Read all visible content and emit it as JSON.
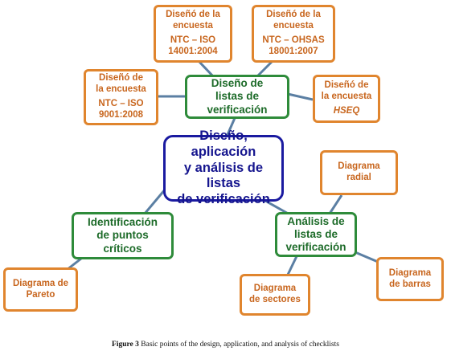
{
  "nodes": {
    "center": [
      "Diseño, aplicación",
      "y análisis de listas",
      "de verificación"
    ],
    "diseno": [
      "Diseño de",
      "listas de",
      "verificación"
    ],
    "analisis": [
      "Análisis de",
      "listas de",
      "verificación"
    ],
    "identificacion": [
      "Identificación",
      "de puntos",
      "críticos"
    ],
    "iso14001": [
      "Diseñó de la",
      "encuesta",
      "NTC – ISO",
      "14001:2004"
    ],
    "ohsas": [
      "Diseñó de la",
      "encuesta",
      "NTC – OHSAS",
      "18001:2007"
    ],
    "iso9001": [
      "Diseñó de",
      "la encuesta",
      "NTC – ISO",
      "9001:2008"
    ],
    "hseq": [
      "Diseñó de",
      "la encuesta",
      "HSEQ"
    ],
    "radial": [
      "Diagrama",
      "radial"
    ],
    "barras": [
      "Diagrama",
      "de barras"
    ],
    "sectores": [
      "Diagrama",
      "de sectores"
    ],
    "pareto": [
      "Diagrama de",
      "Pareto"
    ]
  },
  "caption": {
    "label": "Figure 3",
    "text": " Basic points of the design, application, and analysis of checklists"
  },
  "colors": {
    "connector": "#5b7fa3",
    "orange_border": "#e0852e",
    "green_border": "#2e8b3a",
    "blue_border": "#1a1aa0"
  }
}
